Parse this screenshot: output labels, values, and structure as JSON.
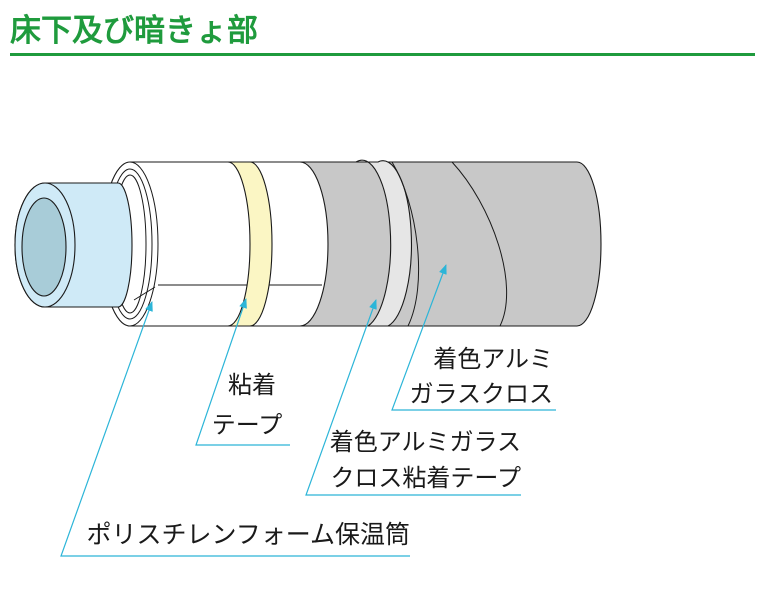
{
  "title": "床下及び暗きょ部",
  "colors": {
    "title": "#1f9b3d",
    "leader": "#2cb5d8",
    "pipe": "#cfeaf7",
    "pipe_bore": "#a8ccd8",
    "foam": "#ffffff",
    "adhesive_tape": "#fbf6c4",
    "cloth": "#c8c8c8",
    "cloth_tape": "#e6e6e6"
  },
  "labels": {
    "glass_cloth": [
      "着色アルミ",
      "ガラスクロス"
    ],
    "glass_cloth_tape": [
      "着色アルミガラス",
      "クロス粘着テープ"
    ],
    "adhesive_tape": [
      "粘着",
      "テープ"
    ],
    "foam_insulation": "ポリスチレンフォーム保温筒"
  }
}
